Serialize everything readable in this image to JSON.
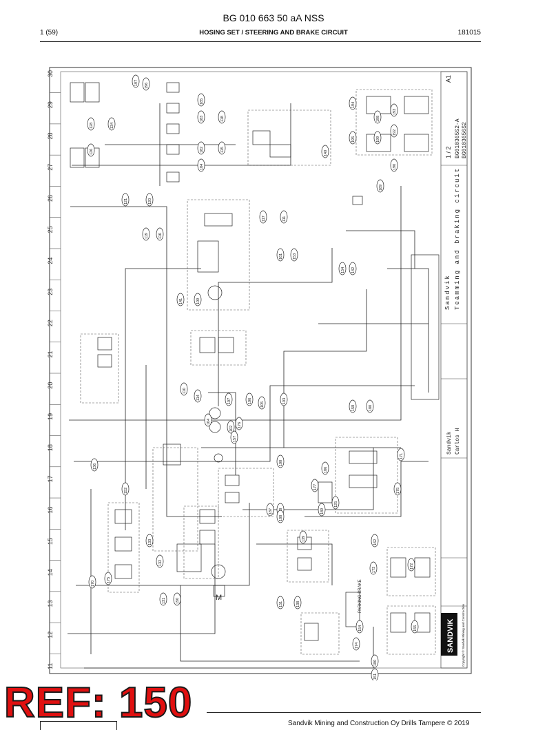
{
  "header": {
    "doc_title": "BG 010 663 50 aA NSS",
    "page": "1 (59)",
    "section_title": "HOSING SET / STEERING AND BRAKE CIRCUIT",
    "date_code": "181015"
  },
  "drawing": {
    "column_numbers": [
      "30",
      "29",
      "28",
      "27",
      "26",
      "25",
      "24",
      "23",
      "22",
      "21",
      "20",
      "19",
      "18",
      "17",
      "16",
      "15",
      "14",
      "13",
      "12",
      "11"
    ],
    "callouts": [
      "197",
      "196",
      "185",
      "183",
      "182",
      "184",
      "118",
      "115",
      "194",
      "195",
      "198",
      "199",
      "193",
      "192",
      "140",
      "190",
      "189",
      "128",
      "134",
      "126",
      "121",
      "120",
      "119",
      "116",
      "117",
      "111",
      "161",
      "153",
      "154",
      "142",
      "141",
      "109",
      "110",
      "114",
      "107",
      "106",
      "104",
      "176",
      "105",
      "103",
      "102",
      "157",
      "158",
      "180",
      "100",
      "171",
      "136",
      "152",
      "177",
      "186",
      "187",
      "108",
      "189",
      "188",
      "125",
      "175",
      "133",
      "132",
      "131",
      "150",
      "151",
      "138",
      "139",
      "162",
      "173",
      "172",
      "155",
      "154",
      "174",
      "180",
      "151",
      "170",
      "175"
    ],
    "tab_engineer": "Carlos H",
    "company": "Sandvik",
    "title_block": "Teamming and braking circuit",
    "sheet": "1 / 2",
    "size": "A1",
    "drawing_no": "BG010365S2-A",
    "drawing_no_2": "BG0103656S2",
    "logo_text": "SANDVIK",
    "copyright": "Copyright © Sandvik Mining and Construction",
    "parking_label": "PARKING BRAKE",
    "motor_label": "M"
  },
  "stamp": {
    "text": "REF: 150"
  },
  "footer": {
    "text": "Sandvik Mining and Construction Oy Drills Tampere © 2019"
  }
}
